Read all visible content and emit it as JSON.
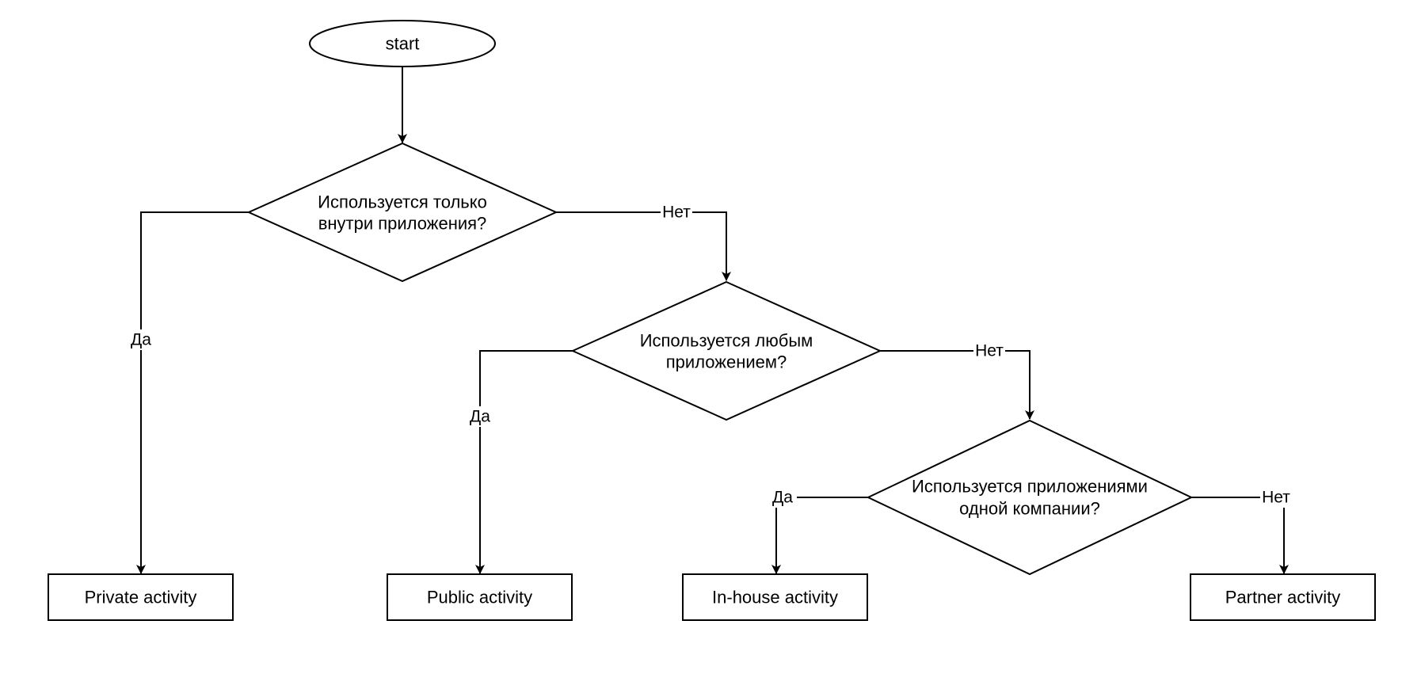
{
  "nodes": {
    "start": {
      "label": "start"
    },
    "decision_1": {
      "line1": "Используется только",
      "line2": "внутри приложения?"
    },
    "decision_2": {
      "line1": "Используется любым",
      "line2": "приложением?"
    },
    "decision_3": {
      "line1": "Используется приложениями",
      "line2": "одной компании?"
    },
    "private": {
      "label": "Private activity"
    },
    "public": {
      "label": "Public activity"
    },
    "inhouse": {
      "label": "In-house activity"
    },
    "partner": {
      "label": "Partner activity"
    }
  },
  "edges": {
    "d1_yes": "Да",
    "d1_no": "Нет",
    "d2_yes": "Да",
    "d2_no": "Нет",
    "d3_yes": "Да",
    "d3_no": "Нет"
  },
  "colors": {
    "stroke": "#000000",
    "fill": "#ffffff",
    "background": "#ffffff"
  }
}
